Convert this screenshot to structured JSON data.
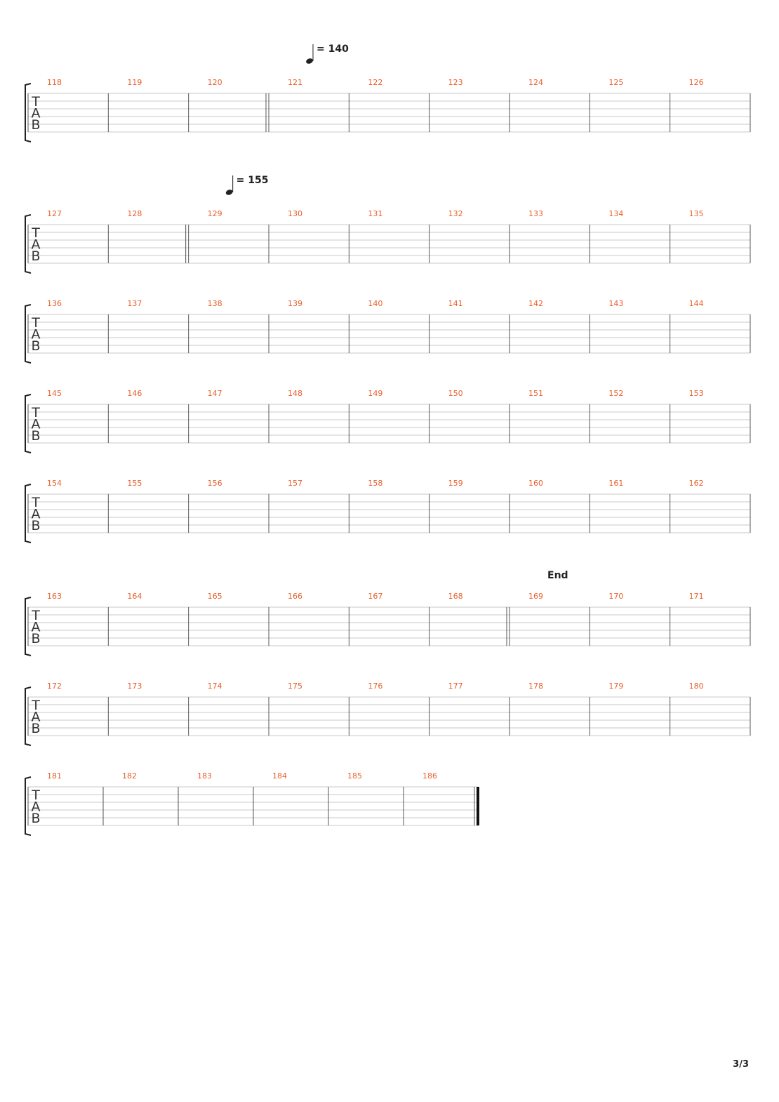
{
  "page": {
    "number": "3/3"
  },
  "colors": {
    "measure_number": "#e8602c",
    "staff_line": "#c8c8c8",
    "barline": "#555555",
    "text": "#222222"
  },
  "clef_letters": [
    "T",
    "A",
    "B"
  ],
  "systems": [
    {
      "measures": [
        "118",
        "119",
        "120",
        "121",
        "122",
        "123",
        "124",
        "125",
        "126"
      ],
      "double_bar_before": [
        "121"
      ],
      "tempo": {
        "value": "= 140",
        "at": "121"
      }
    },
    {
      "measures": [
        "127",
        "128",
        "129",
        "130",
        "131",
        "132",
        "133",
        "134",
        "135"
      ],
      "double_bar_before": [
        "129"
      ],
      "tempo": {
        "value": "= 155",
        "at": "129"
      }
    },
    {
      "measures": [
        "136",
        "137",
        "138",
        "139",
        "140",
        "141",
        "142",
        "143",
        "144"
      ],
      "double_bar_before": []
    },
    {
      "measures": [
        "145",
        "146",
        "147",
        "148",
        "149",
        "150",
        "151",
        "152",
        "153"
      ],
      "double_bar_before": []
    },
    {
      "measures": [
        "154",
        "155",
        "156",
        "157",
        "158",
        "159",
        "160",
        "161",
        "162"
      ],
      "double_bar_before": []
    },
    {
      "measures": [
        "163",
        "164",
        "165",
        "166",
        "167",
        "168",
        "169",
        "170",
        "171"
      ],
      "double_bar_before": [
        "169"
      ],
      "marker": {
        "text": "End",
        "at": "169"
      }
    },
    {
      "measures": [
        "172",
        "173",
        "174",
        "175",
        "176",
        "177",
        "178",
        "179",
        "180"
      ],
      "double_bar_before": []
    },
    {
      "measures": [
        "181",
        "182",
        "183",
        "184",
        "185",
        "186"
      ],
      "double_bar_before": [],
      "final_bar": true
    }
  ]
}
